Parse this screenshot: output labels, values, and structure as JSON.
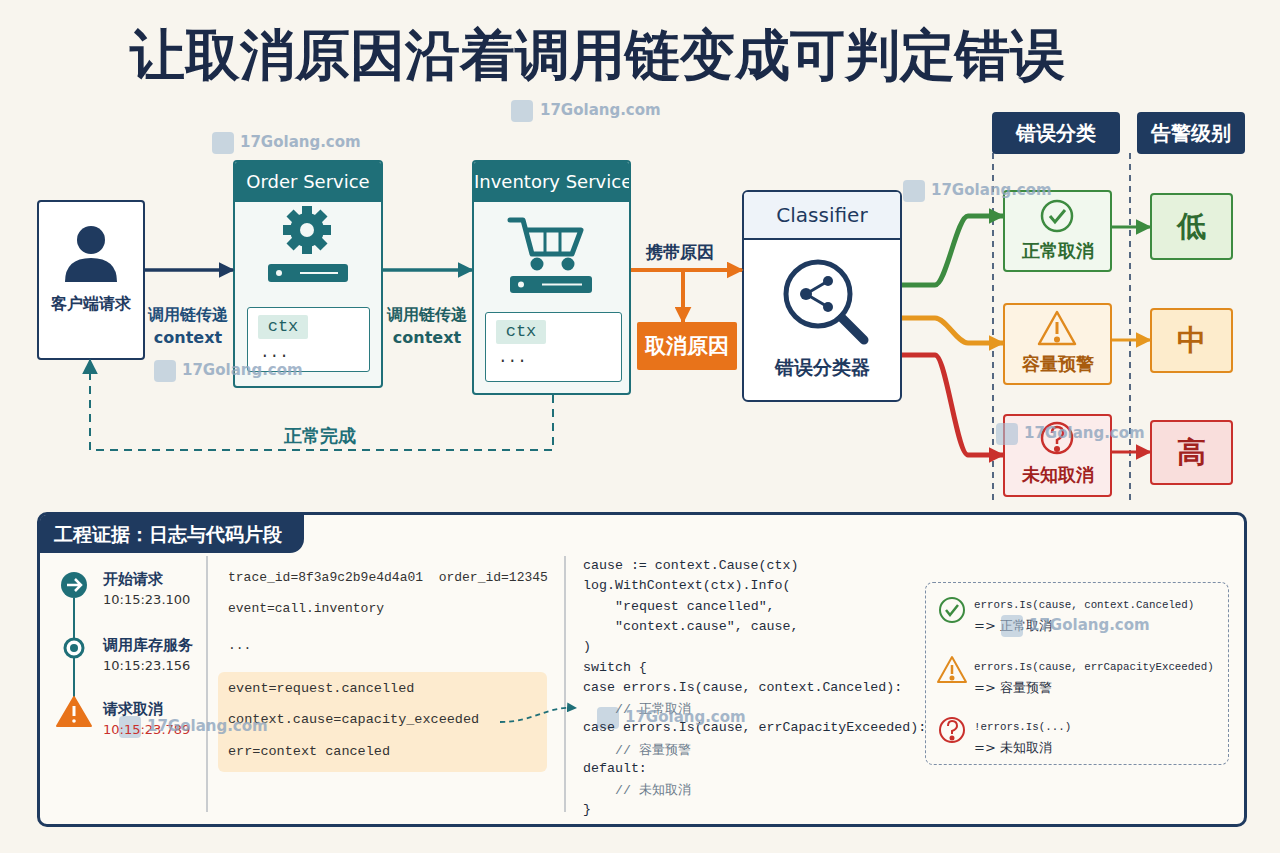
{
  "diagram": {
    "title": "让取消原因沿着调用链变成可判定错误",
    "nodes": [
      {
        "text": [
          "客户端请求"
        ]
      },
      {
        "text": [
          "Order Service"
        ]
      },
      {
        "text": [
          "ctx",
          "..."
        ],
        "in": 1
      },
      {
        "text": [
          "Inventory Service"
        ]
      },
      {
        "text": [
          "ctx",
          "..."
        ],
        "in": 3
      },
      {
        "text": [
          "取消原因"
        ]
      },
      {
        "text": [
          "Classifier",
          "错误分类器"
        ]
      },
      {
        "text": [
          "错误分类"
        ]
      },
      {
        "text": [
          "告警级别"
        ]
      },
      {
        "text": [
          "正常取消"
        ]
      },
      {
        "text": [
          "容量预警"
        ]
      },
      {
        "text": [
          "未知取消"
        ]
      },
      {
        "text": [
          "低"
        ]
      },
      {
        "text": [
          "中"
        ]
      },
      {
        "text": [
          "高"
        ]
      },
      {
        "text": [
          "工程证据：日志与代码片段"
        ]
      },
      {
        "text": [
          "event=request.cancelled",
          "context.cause=capacity_exceeded",
          "err=context canceled"
        ],
        "in": 15
      },
      {
        "text": [
          "errors.Is(cause, context.Canceled)",
          "=> 正常取消",
          "errors.Is(cause, errCapacityExceeded)",
          "=> 容量预警",
          "!errors.Is(...)",
          "=> 未知取消"
        ],
        "in": 15
      }
    ],
    "edges": [
      {
        "from": 0,
        "to": 1,
        "arrow": "to",
        "label": "调用链传递 context"
      },
      {
        "from": 1,
        "to": 3,
        "arrow": "to",
        "label": "调用链传递 context"
      },
      {
        "from": 3,
        "to": 0,
        "arrow": "to",
        "label": "正常完成"
      },
      {
        "from": 3,
        "to": 6,
        "arrow": "to",
        "label": "携带原因"
      },
      {
        "from": 3,
        "to": 5,
        "arrow": "to"
      },
      {
        "from": 6,
        "to": 9,
        "arrow": "to"
      },
      {
        "from": 6,
        "to": 10,
        "arrow": "to"
      },
      {
        "from": 6,
        "to": 11,
        "arrow": "to"
      },
      {
        "from": 9,
        "to": 12,
        "arrow": "to"
      },
      {
        "from": 10,
        "to": 13,
        "arrow": "to"
      },
      {
        "from": 11,
        "to": 14,
        "arrow": "to"
      }
    ],
    "labels": [
      "开始请求",
      "10:15:23.100",
      "调用库存服务",
      "10:15:23.156",
      "请求取消",
      "10:15:23.789",
      "trace_id=8f3a9c2b9e4d4a01  order_id=12345",
      "event=call.inventory",
      "...",
      "cause := context.Cause(ctx)",
      "log.WithContext(ctx).Info(",
      "\"request cancelled\",",
      "\"context.cause\", cause,",
      ")",
      "switch {",
      "case errors.Is(cause, context.Canceled):",
      "// 正常取消",
      "case errors.Is(cause, errCapacityExceeded):",
      "// 容量预警",
      "default:",
      "// 未知取消",
      "}",
      "17Golang.com",
      "17Golang.com",
      "17Golang.com",
      "17Golang.com",
      "17Golang.com",
      "17Golang.com",
      "17Golang.com",
      "17Golang.com"
    ]
  }
}
